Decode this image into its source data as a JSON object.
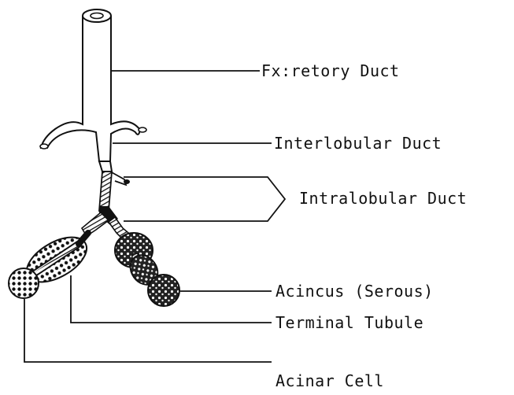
{
  "labels": {
    "excretory_duct": "Fx:retory Duct",
    "interlobular_duct": "Interlobular Duct",
    "intralobular_duct": "Intralobular Duct",
    "acinus": "Acincus (Serous)",
    "terminal_tubule": "Terminal Tubule",
    "acinar_cell": "Acinar Cell"
  },
  "colors": {
    "ink": "#111111",
    "paper": "#ffffff"
  }
}
